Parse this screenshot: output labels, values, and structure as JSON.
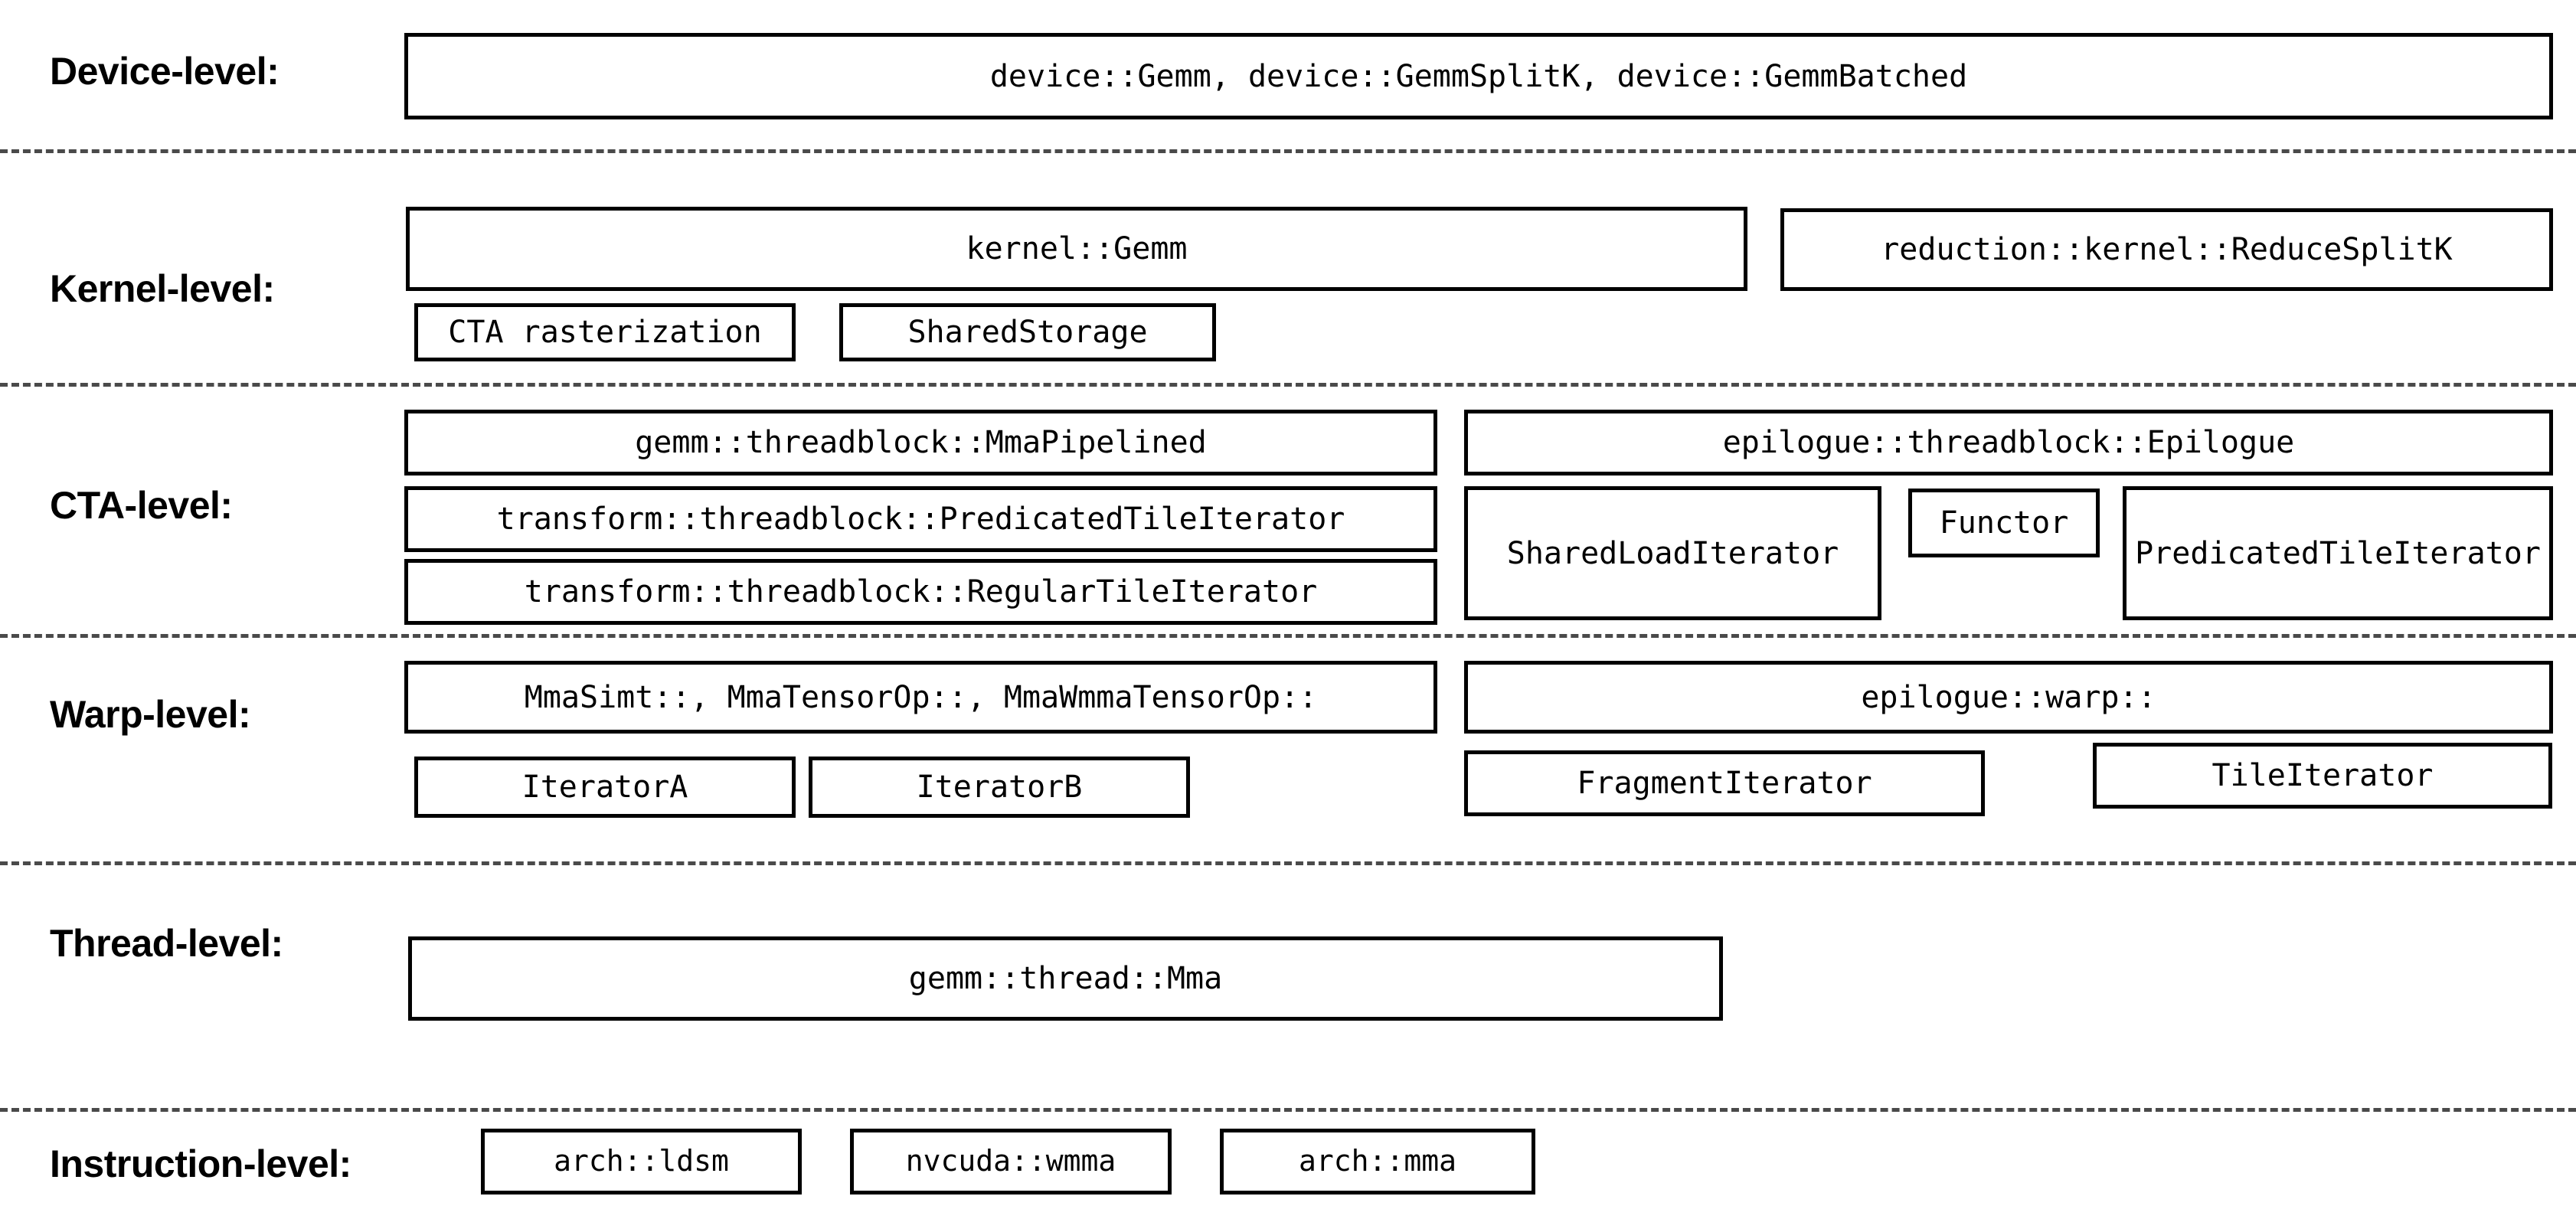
{
  "diagram": {
    "title": "CUTLASS GEMM hierarchy",
    "background_color": "#ffffff",
    "border_color": "#000000",
    "separator_color": "#4a4a4a",
    "levels": [
      {
        "id": "device",
        "label": "Device-level:",
        "boxes": [
          {
            "id": "device-gemm",
            "label": "device::Gemm, device::GemmSplitK, device::GemmBatched"
          }
        ]
      },
      {
        "id": "kernel",
        "label": "Kernel-level:",
        "boxes": [
          {
            "id": "kernel-gemm",
            "label": "kernel::Gemm"
          },
          {
            "id": "reduction-reducesplitk",
            "label": "reduction::kernel::ReduceSplitK"
          },
          {
            "id": "cta-rasterization",
            "label": "CTA rasterization"
          },
          {
            "id": "shared-storage",
            "label": "SharedStorage"
          }
        ]
      },
      {
        "id": "cta",
        "label": "CTA-level:",
        "boxes": [
          {
            "id": "mma-pipelined",
            "label": "gemm::threadblock::MmaPipelined"
          },
          {
            "id": "tb-predicated-tile-iterator",
            "label": "transform::threadblock::PredicatedTileIterator"
          },
          {
            "id": "tb-regular-tile-iterator",
            "label": "transform::threadblock::RegularTileIterator"
          },
          {
            "id": "epilogue-threadblock",
            "label": "epilogue::threadblock::Epilogue"
          },
          {
            "id": "shared-load-iterator",
            "label": "SharedLoadIterator"
          },
          {
            "id": "functor",
            "label": "Functor"
          },
          {
            "id": "epilogue-predicated-tile-iterator",
            "label": "PredicatedTileIterator"
          }
        ]
      },
      {
        "id": "warp",
        "label": "Warp-level:",
        "boxes": [
          {
            "id": "mma-warp-ops",
            "label": "MmaSimt::, MmaTensorOp::, MmaWmmaTensorOp::"
          },
          {
            "id": "epilogue-warp",
            "label": "epilogue::warp::"
          },
          {
            "id": "iterator-a",
            "label": "IteratorA"
          },
          {
            "id": "iterator-b",
            "label": "IteratorB"
          },
          {
            "id": "fragment-iterator",
            "label": "FragmentIterator"
          },
          {
            "id": "tile-iterator",
            "label": "TileIterator"
          }
        ]
      },
      {
        "id": "thread",
        "label": "Thread-level:",
        "boxes": [
          {
            "id": "gemm-thread-mma",
            "label": "gemm::thread::Mma"
          }
        ]
      },
      {
        "id": "instruction",
        "label": "Instruction-level:",
        "boxes": [
          {
            "id": "arch-ldsm",
            "label": "arch::ldsm"
          },
          {
            "id": "nvcuda-wmma",
            "label": "nvcuda::wmma"
          },
          {
            "id": "arch-mma",
            "label": "arch::mma"
          }
        ]
      }
    ]
  }
}
